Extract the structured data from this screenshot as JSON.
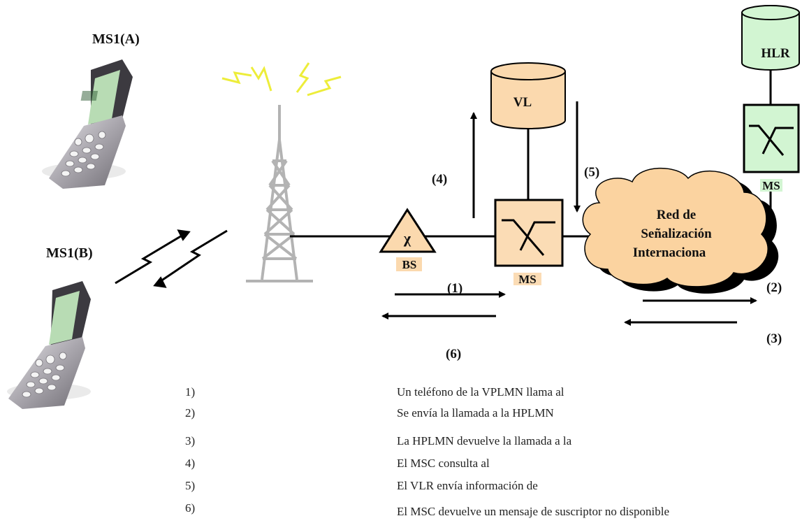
{
  "phones": {
    "a_label": "MS1(A)",
    "b_label": "MS1(B)"
  },
  "nodes": {
    "vl": "VL",
    "hlr": "HLR",
    "bs_symbol": "χ",
    "bs": "BS",
    "msc_visited": "MS",
    "msc_home": "MS",
    "network_line1": "Red de",
    "network_line2": "Señalización",
    "network_line3": "Internaciona"
  },
  "arrows": {
    "step1": "(1)",
    "step2": "(2)",
    "step3": "(3)",
    "step4": "(4)",
    "step5": "(5)",
    "step6": "(6)"
  },
  "legend": [
    {
      "num": "1)",
      "text": "Un teléfono de la VPLMN llama al"
    },
    {
      "num": "2)",
      "text": "Se envía la llamada a la HPLMN"
    },
    {
      "num": "3)",
      "text": "La HPLMN devuelve la llamada a la"
    },
    {
      "num": "4)",
      "text": "El MSC consulta al"
    },
    {
      "num": "5)",
      "text": "El VLR envía información de"
    },
    {
      "num": "6)",
      "text": "El MSC devuelve un mensaje de suscriptor no disponible"
    }
  ],
  "colors": {
    "vlr_fill": "#fbd9ae",
    "hlr_fill": "#d2f5d2",
    "cloud_fill": "#fbd3a0",
    "bs_fill": "#fbd9ae",
    "msc_fill": "#fbdcb5",
    "tower": "#b3b3b3",
    "signal": "#eded3a"
  }
}
